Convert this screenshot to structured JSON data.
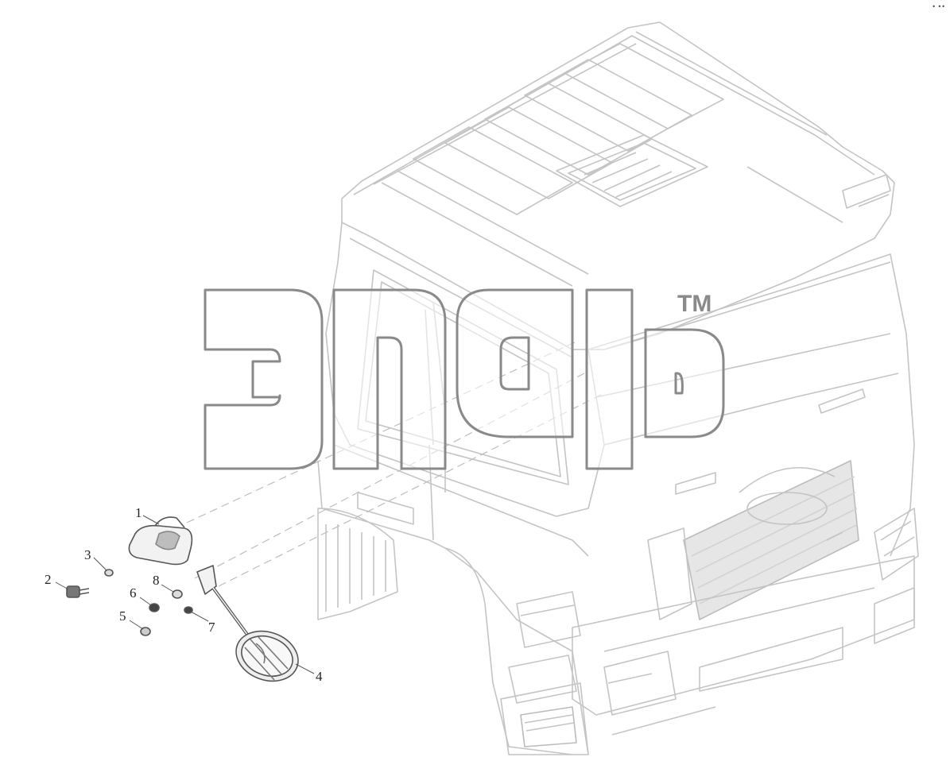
{
  "watermark": {
    "text": "ЭПФ",
    "trademark": "TM"
  },
  "corner_mark": "• ••",
  "callouts": [
    {
      "id": "1",
      "label": "1"
    },
    {
      "id": "2",
      "label": "2"
    },
    {
      "id": "3",
      "label": "3"
    },
    {
      "id": "4",
      "label": "4"
    },
    {
      "id": "5",
      "label": "5"
    },
    {
      "id": "6",
      "label": "6"
    },
    {
      "id": "7",
      "label": "7"
    },
    {
      "id": "8",
      "label": "8"
    }
  ],
  "colors": {
    "cab_line": "#c4c4c4",
    "part_line": "#555555",
    "watermark_stroke": "#8a8a8a",
    "callout_text": "#222222"
  }
}
